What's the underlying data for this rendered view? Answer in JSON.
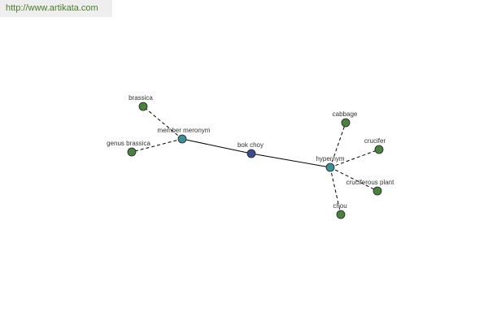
{
  "source_link": "http://www.artikata.com",
  "colors": {
    "center_node": "#3d4b8c",
    "relation_node": "#3e8f94",
    "leaf_node": "#4a8040",
    "edge": "#000000",
    "banner_background": "#eeeeee",
    "banner_text": "#4f7a2a"
  },
  "graph": {
    "center": "bok choy",
    "relations": [
      {
        "label": "member meronym",
        "terms": [
          "brassica",
          "genus brassica"
        ]
      },
      {
        "label": "hypernym",
        "terms": [
          "cabbage",
          "crucifer",
          "cruciferous plant",
          "chou"
        ]
      }
    ]
  }
}
